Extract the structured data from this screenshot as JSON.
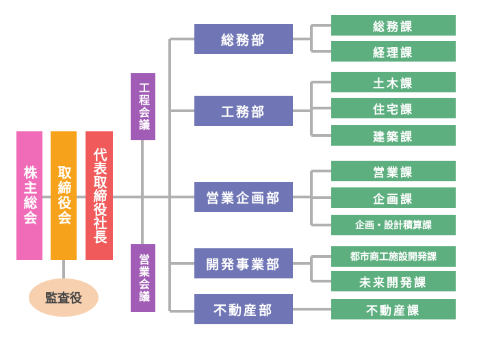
{
  "shareholders": "株主総会",
  "board": "取締役会",
  "president": "代表取締役社長",
  "auditor": "監査役",
  "meetings": {
    "process": "工程会議",
    "sales": "営業会議"
  },
  "departments": [
    {
      "name": "総務部",
      "sections": [
        "総務課",
        "経理課"
      ]
    },
    {
      "name": "工務部",
      "sections": [
        "土木課",
        "住宅課",
        "建築課"
      ]
    },
    {
      "name": "営業企画部",
      "sections": [
        "営業課",
        "企画課",
        "企画・設計積算課"
      ]
    },
    {
      "name": "開発事業部",
      "sections": [
        "都市商工施設開発課",
        "未来開発課"
      ]
    },
    {
      "name": "不動産部",
      "sections": [
        "不動産課"
      ]
    }
  ],
  "colors": {
    "shareholders": "#f06cb8",
    "board": "#f7a21b",
    "president": "#f05a5a",
    "meeting": "#a15db5",
    "department": "#6f75b5",
    "section": "#5eaf7f",
    "auditor": "#f7d0b0",
    "connector": "#b0b0b0"
  }
}
